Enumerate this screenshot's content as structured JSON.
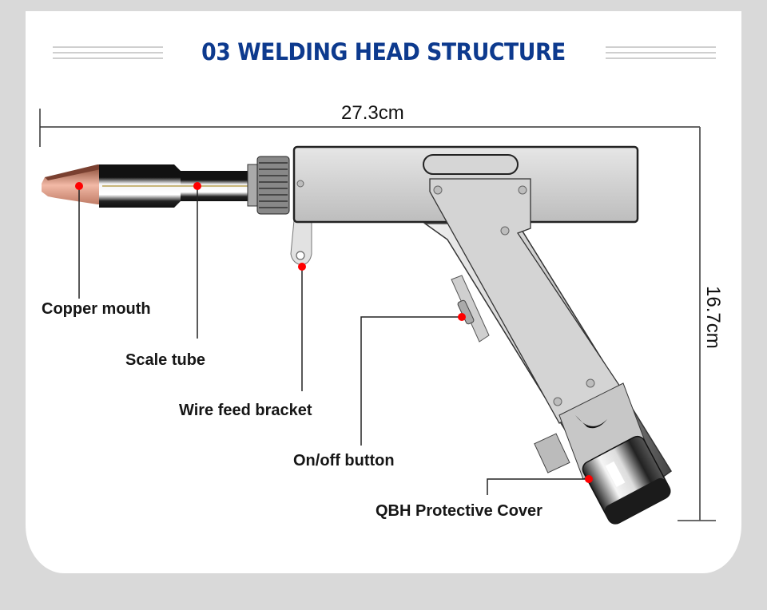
{
  "title": "03 WELDING HEAD STRUCTURE",
  "dimensions": {
    "width_label": "27.3cm",
    "height_label": "16.7cm"
  },
  "parts": [
    {
      "id": "copper-mouth",
      "label": "Copper mouth"
    },
    {
      "id": "scale-tube",
      "label": "Scale tube"
    },
    {
      "id": "wire-feed-bracket",
      "label": "Wire feed bracket"
    },
    {
      "id": "on-off-button",
      "label": "On/off button"
    },
    {
      "id": "qbh-protective-cover",
      "label": "QBH Protective Cover"
    }
  ],
  "colors": {
    "title": "#0d3a8e",
    "marker": "#ff0000",
    "background": "#d9d9d9",
    "card": "#ffffff"
  }
}
